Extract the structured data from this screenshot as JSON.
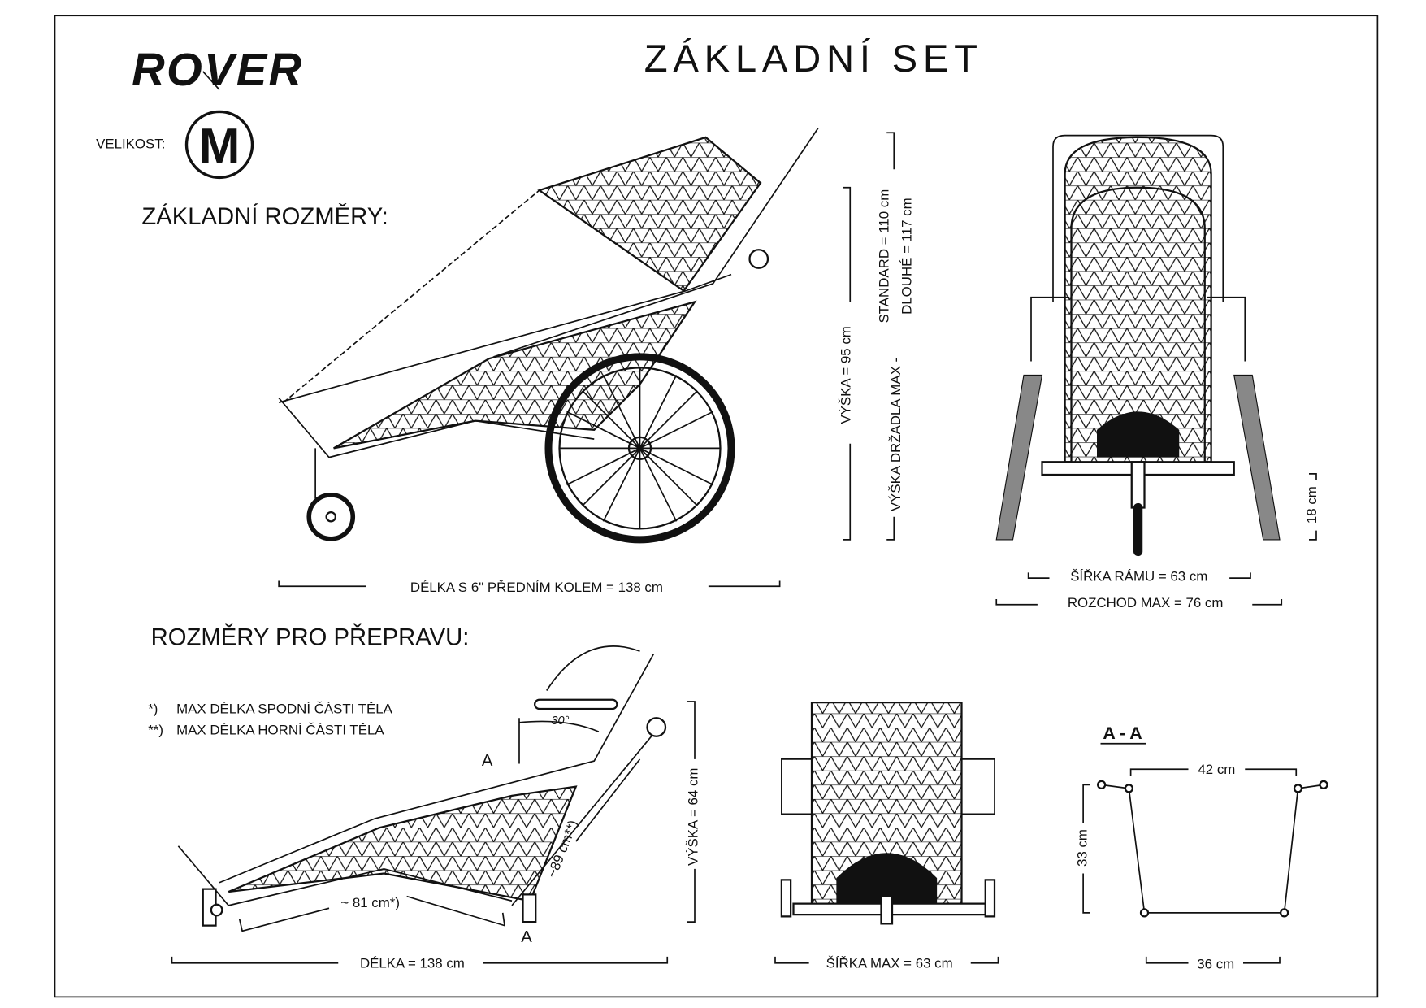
{
  "logo": "ROVER",
  "title": "ZÁKLADNÍ SET",
  "size": {
    "label": "VELIKOST:",
    "value": "M"
  },
  "basic": {
    "heading": "ZÁKLADNÍ ROZMĚRY:",
    "length": "DÉLKA S 6\" PŘEDNÍM KOLEM   = 138 cm",
    "height": "VÝŠKA = 95 cm",
    "handle_label": "VÝŠKA DRŽADLA MAX -",
    "handle_standard": "STANDARD = 110 cm",
    "handle_long": "DLOUHÉ     = 117 cm",
    "frame_width": "ŠÍŘKA RÁMU = 63 cm",
    "track_max": "ROZCHOD MAX = 76 cm",
    "clearance": "18 cm"
  },
  "transport": {
    "heading": "ROZMĚRY PRO PŘEPRAVU:",
    "notes": [
      {
        "mark": "*)",
        "text": "MAX DÉLKA SPODNÍ ČÁSTI TĚLA"
      },
      {
        "mark": "**)",
        "text": "MAX DÉLKA HORNÍ ČÁSTI TĚLA"
      }
    ],
    "angle": "30°",
    "section_mark": "A",
    "upper_length": "~89 cm**)",
    "lower_length": "~ 81 cm*)",
    "length": "DÉLKA = 138 cm",
    "height": "VÝŠKA = 64 cm",
    "width_max": "ŠÍŘKA MAX = 63 cm"
  },
  "section": {
    "title": "A - A",
    "top_width": "42 cm",
    "height": "33 cm",
    "bottom_width": "36 cm"
  }
}
